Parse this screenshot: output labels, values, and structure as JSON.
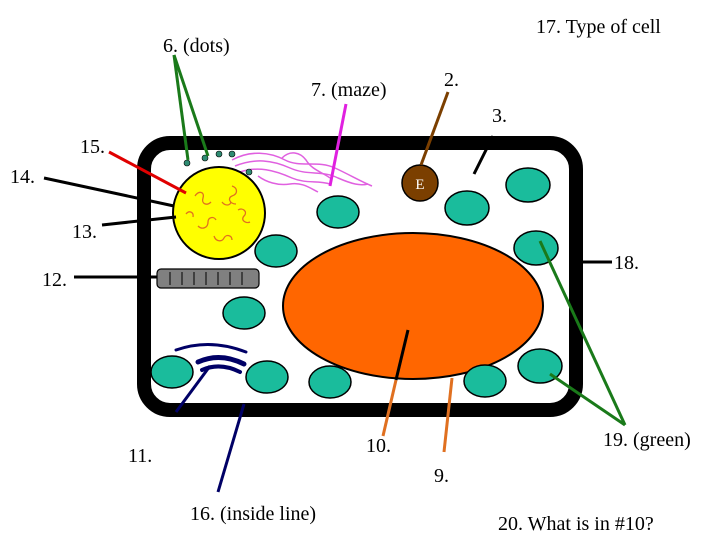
{
  "labels": {
    "l6": "6. (dots)",
    "l17": "17.  Type of cell",
    "l7": "7. (maze)",
    "l2": "2.",
    "l3": "3.",
    "l15": "15.",
    "l14": "14.",
    "l13": "13.",
    "l12": "12.",
    "l18": "18.",
    "l11": "11.",
    "l10": "10.",
    "l9": "9.",
    "l19": "19. (green)",
    "l16": "16. (inside line)",
    "l20": "20.  What is in #10?"
  },
  "nucleolus_letter": "E",
  "colors": {
    "cell_wall": "#000000",
    "nucleus": "#ffff00",
    "vacuole": "#ff6600",
    "chloroplast": "#1abc9c",
    "nucleolus": "#7b3f00",
    "er_lines": "#e060e0",
    "ribosome_dots": "#2e8b72",
    "golgi": "#000066",
    "pointer_green": "#1a7a1a",
    "pointer_magenta": "#e020e0",
    "pointer_brown": "#7b3f00",
    "pointer_red": "#e00000",
    "pointer_orange": "#e07020",
    "pointer_navy": "#000066",
    "mitochondrion": "#808080"
  }
}
